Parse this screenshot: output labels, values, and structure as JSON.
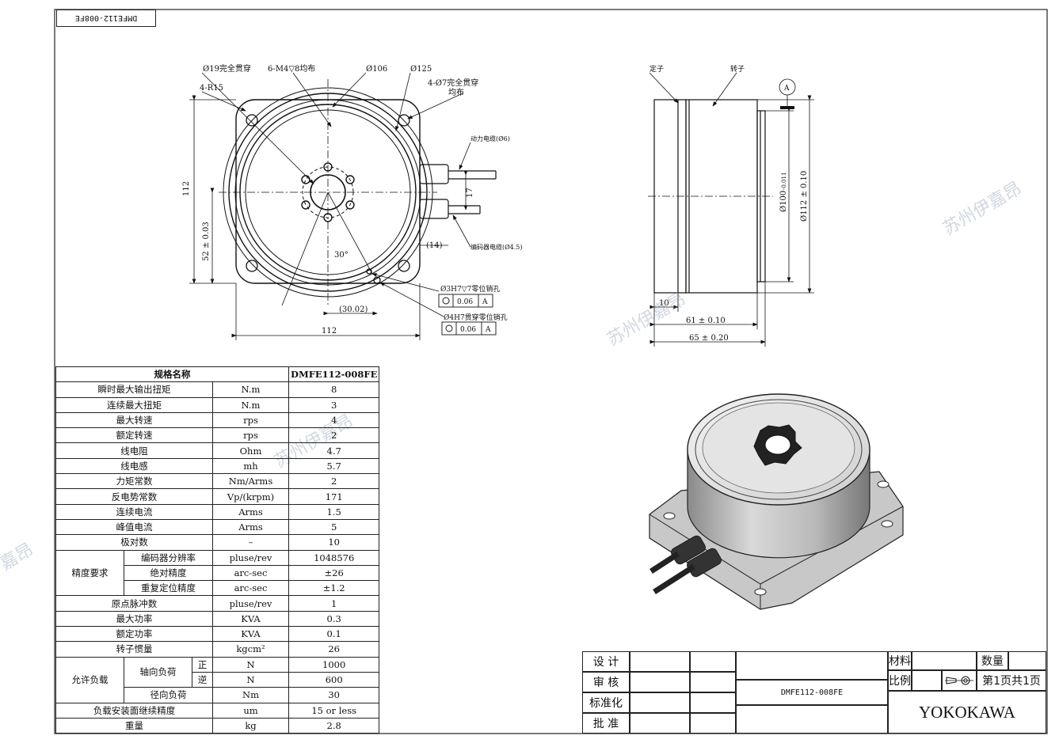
{
  "drawing_number_rotated": "DMFE112-008FE",
  "front_view": {
    "labels": {
      "hole19": "Ø19完全贯穿",
      "m4": "6-M4▽8均布",
      "d106": "Ø106",
      "d125": "Ø125",
      "r15": "4-R15",
      "hole7": "4-Ø7完全贯穿",
      "hole7_b": "均布",
      "power_cable": "动力电缆(Ø6)",
      "encoder_cable": "编码器电缆(Ø4.5)",
      "dim_112_v": "112",
      "dim_52": "52 ± 0.03",
      "dim_17": "17",
      "dim_14": "(14)",
      "dim_30deg": "30°",
      "dim_3002": "(30.02)",
      "dim_112_h": "112",
      "pin1": "Ø3H7▽7零位销孔",
      "pin2": "Ø4H7贯穿零位销孔",
      "tol1_val": "0.06",
      "tol1_ref": "A",
      "tol2_val": "0.06",
      "tol2_ref": "A"
    }
  },
  "side_view": {
    "labels": {
      "stator": "定子",
      "rotor": "转子",
      "datum": "A",
      "d100": "Ø100",
      "d100_tol": "-0.011",
      "d112": "Ø112 ± 0.10",
      "dim_10": "10",
      "dim_61": "61 ± 0.10",
      "dim_65": "65 ± 0.20"
    }
  },
  "watermark": "苏州伊嘉昂",
  "watermark_partial": "嘉昂",
  "spec_table": {
    "header": [
      "规格名称",
      "DMFE112-008FE"
    ],
    "rows": [
      {
        "name": "瞬时最大输出扭矩",
        "unit": "N.m",
        "value": "8"
      },
      {
        "name": "连续最大扭矩",
        "unit": "N.m",
        "value": "3"
      },
      {
        "name": "最大转速",
        "unit": "rps",
        "value": "4"
      },
      {
        "name": "额定转速",
        "unit": "rps",
        "value": "2"
      },
      {
        "name": "线电阻",
        "unit": "Ohm",
        "value": "4.7"
      },
      {
        "name": "线电感",
        "unit": "mh",
        "value": "5.7"
      },
      {
        "name": "力矩常数",
        "unit": "Nm/Arms",
        "value": "2"
      },
      {
        "name": "反电势常数",
        "unit": "Vp/(krpm)",
        "value": "171"
      },
      {
        "name": "连续电流",
        "unit": "Arms",
        "value": "1.5"
      },
      {
        "name": "峰值电流",
        "unit": "Arms",
        "value": "5"
      },
      {
        "name": "极对数",
        "unit": "–",
        "value": "10"
      }
    ],
    "precision_group": "精度要求",
    "precision_rows": [
      {
        "name": "编码器分辨率",
        "unit": "pluse/rev",
        "value": "1048576"
      },
      {
        "name": "绝对精度",
        "unit": "arc-sec",
        "value": "±26"
      },
      {
        "name": "重复定位精度",
        "unit": "arc-sec",
        "value": "±1.2"
      }
    ],
    "rows2": [
      {
        "name": "原点脉冲数",
        "unit": "pluse/rev",
        "value": "1"
      },
      {
        "name": "最大功率",
        "unit": "KVA",
        "value": "0.3"
      },
      {
        "name": "额定功率",
        "unit": "KVA",
        "value": "0.1"
      },
      {
        "name": "转子惯量",
        "unit": "kgcm²",
        "value": "26"
      }
    ],
    "load_group": "允许负载",
    "axial_label": "轴向负荷",
    "axial_rows": [
      {
        "dir": "正",
        "unit": "N",
        "value": "1000"
      },
      {
        "dir": "逆",
        "unit": "N",
        "value": "600"
      }
    ],
    "radial": {
      "name": "径向负荷",
      "unit": "Nm",
      "value": "30"
    },
    "rows3": [
      {
        "name": "负载安装面继续精度",
        "unit": "um",
        "value": "15 or less"
      },
      {
        "name": "重量",
        "unit": "kg",
        "value": "2.8"
      }
    ]
  },
  "title_block": {
    "design": "设 计",
    "review": "审 核",
    "standard": "标准化",
    "approve": "批 准",
    "model": "DMFE112-008FE",
    "material": "材料",
    "quantity": "数量",
    "scale": "比例",
    "sheet": "第1页共1页",
    "company": "YOKOKAWA"
  }
}
